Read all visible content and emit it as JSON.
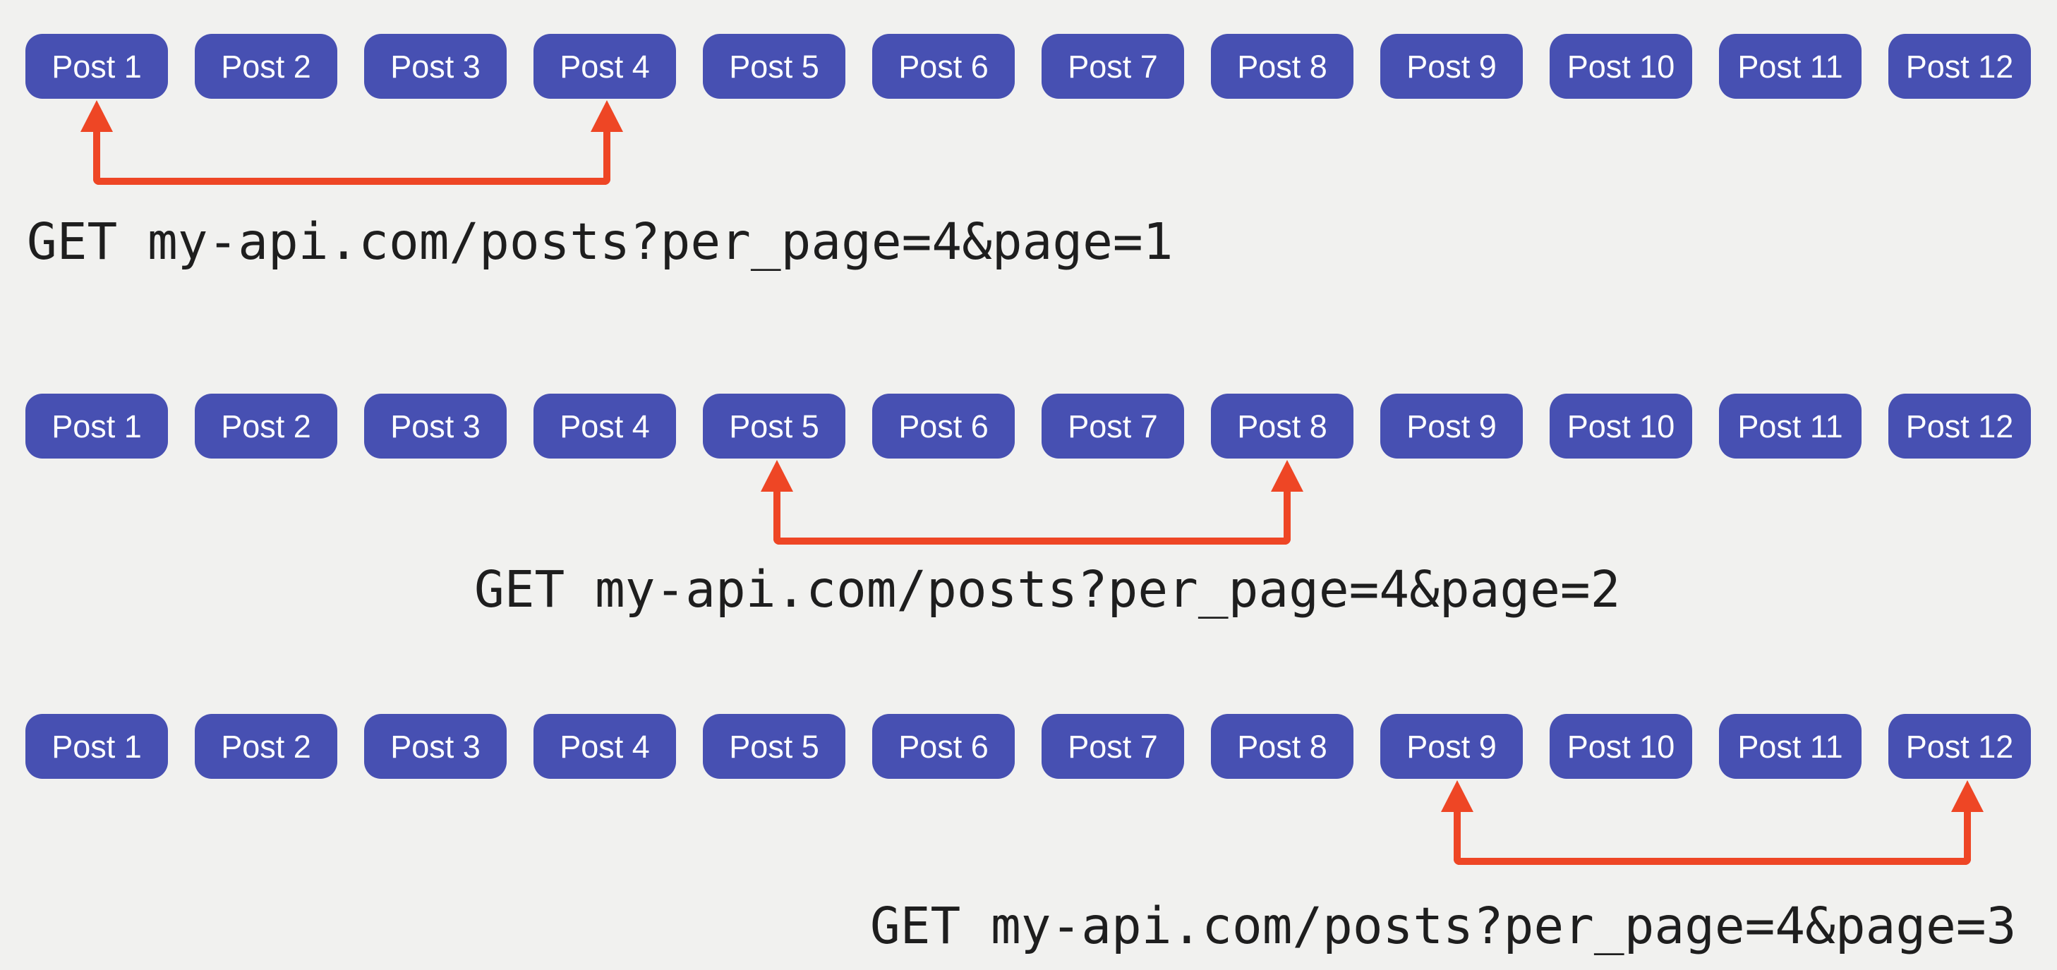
{
  "page": {
    "description": "API pagination diagram: three identical lists of posts, each with a red range arrow showing which posts are returned by a paginated GET request"
  },
  "colors": {
    "background": "#f1f1ef",
    "post_button": "#4750b2",
    "post_label": "#ffffff",
    "arrow": "#ee4625",
    "request_text": "#1e1e1e"
  },
  "posts": [
    "Post 1",
    "Post 2",
    "Post 3",
    "Post 4",
    "Post 5",
    "Post 6",
    "Post 7",
    "Post 8",
    "Post 9",
    "Post 10",
    "Post 11",
    "Post 12"
  ],
  "sections": [
    {
      "request": "GET my-api.com/posts?per_page=4&page=1",
      "arrow_from": "Post 1",
      "arrow_to": "Post 4"
    },
    {
      "request": "GET my-api.com/posts?per_page=4&page=2",
      "arrow_from": "Post 5",
      "arrow_to": "Post 8"
    },
    {
      "request": "GET my-api.com/posts?per_page=4&page=3",
      "arrow_from": "Post 9",
      "arrow_to": "Post 12"
    }
  ]
}
